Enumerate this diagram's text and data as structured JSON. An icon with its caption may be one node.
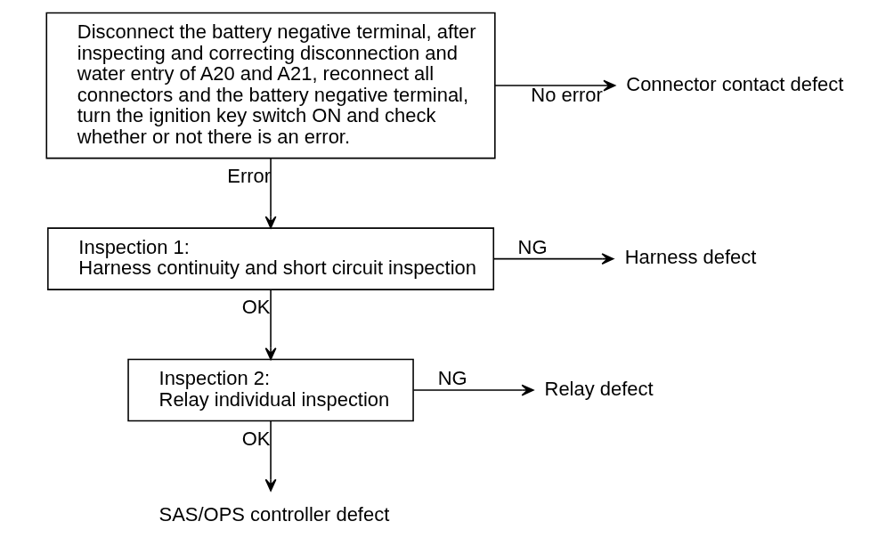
{
  "diagram": {
    "nodes": [
      {
        "text": [
          "Disconnect the battery negative terminal, after inspecting and correcting disconnection and water entry of A20 and A21, reconnect all connectors and the battery negative terminal, turn the ignition key switch ON and check whether or not there is an error."
        ]
      },
      {
        "text": [
          "Connector contact defect"
        ]
      },
      {
        "text": [
          "Inspection 1:",
          "Harness continuity and short circuit inspection"
        ]
      },
      {
        "text": [
          "Harness defect"
        ]
      },
      {
        "text": [
          "Inspection 2:",
          "Relay individual inspection"
        ]
      },
      {
        "text": [
          "Relay defect"
        ]
      },
      {
        "text": [
          "SAS/OPS controller defect"
        ]
      }
    ],
    "edges": [
      {
        "from": 0,
        "to": 1,
        "arrow": "to",
        "label": "No error"
      },
      {
        "from": 0,
        "to": 2,
        "arrow": "to",
        "label": "Error"
      },
      {
        "from": 2,
        "to": 3,
        "arrow": "to",
        "label": "NG"
      },
      {
        "from": 2,
        "to": 4,
        "arrow": "to",
        "label": "OK"
      },
      {
        "from": 4,
        "to": 5,
        "arrow": "to",
        "label": "NG"
      },
      {
        "from": 4,
        "to": 6,
        "arrow": "to",
        "label": "OK"
      }
    ]
  }
}
